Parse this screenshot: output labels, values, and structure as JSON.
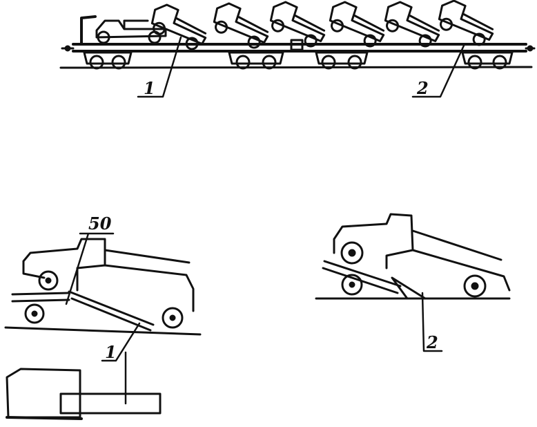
{
  "callouts": {
    "top_ramp": "1",
    "top_stop": "2",
    "left_ramp": "1",
    "left_height": "50",
    "right_stop": "2"
  },
  "colors": {
    "ink": "#111111",
    "paper": "#ffffff"
  }
}
